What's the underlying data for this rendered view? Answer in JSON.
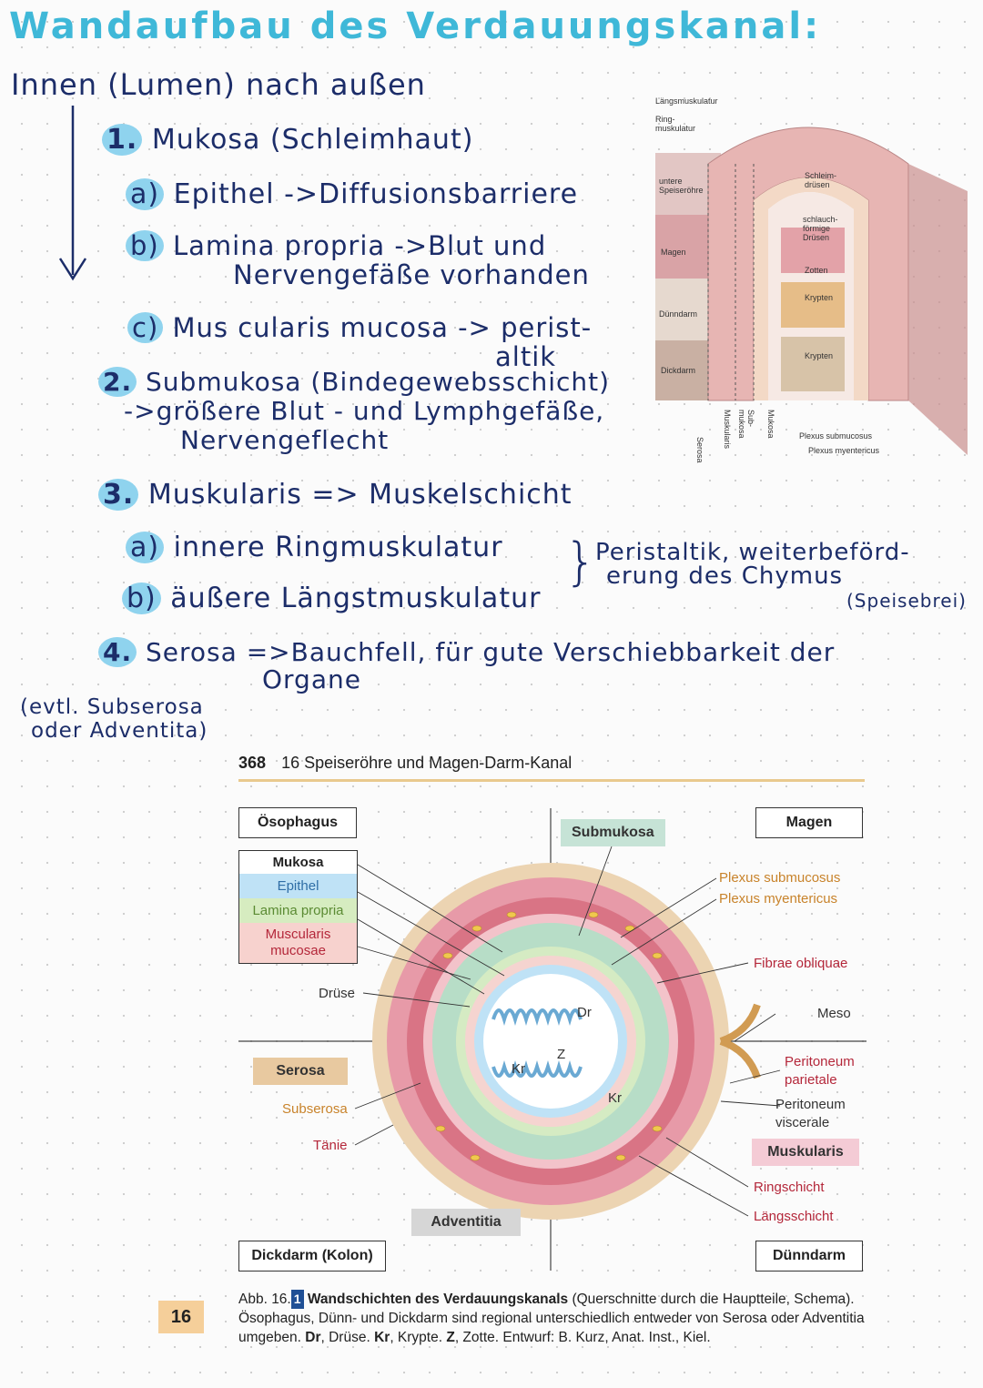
{
  "notes": {
    "title": "Wandaufbau des Verdauungskanal:",
    "direction": "Innen (Lumen) nach außen",
    "item1": {
      "num": "1.",
      "text": "Mukosa (Schleimhaut)"
    },
    "item1a": {
      "letter": "a)",
      "text": "Epithel ->Diffusionsbarriere"
    },
    "item1b": {
      "letter": "b)",
      "line1": "Lamina propria ->Blut und",
      "line2": "Nervengefäße vorhanden"
    },
    "item1c": {
      "letter": "c)",
      "line1": "Mus cularis mucosa -> perist-",
      "line2": "altik"
    },
    "item2": {
      "num": "2.",
      "line1": "Submukosa (Bindegewebsschicht)",
      "line2": "->größere Blut - und Lymphgefäße,",
      "line3": "Nervengeflecht"
    },
    "item3": {
      "num": "3.",
      "text": "Muskularis => Muskelschicht"
    },
    "item3a": {
      "letter": "a)",
      "text": "innere Ringmuskulatur"
    },
    "item3b": {
      "letter": "b)",
      "text": "äußere Längstmuskulatur"
    },
    "item3_note": {
      "line1": "Peristaltik, weiterbeförd-",
      "line2": "erung des Chymus",
      "line3": "(Speisebrei)"
    },
    "item4": {
      "num": "4.",
      "line1": "Serosa =>Bauchfell, für gute Verschiebbarkeit der",
      "line2": "Organe"
    },
    "item4_note": {
      "line1": "(evtl. Subserosa",
      "line2": "oder Adventita)"
    }
  },
  "side_diagram": {
    "labels": {
      "laengsmuskulatur": "Längsmuskulatur",
      "ringmuskulatur": "Ring-\nmuskulatur",
      "speiseroehre": "untere\nSpeiseröhre",
      "magen": "Magen",
      "duenndarm": "Dünndarm",
      "dickdarm": "Dickdarm",
      "schleimdruesen": "Schleim-\ndrüsen",
      "schlauchdruesen": "schlauch-\nförmige\nDrüsen",
      "zotten": "Zotten",
      "krypten1": "Krypten",
      "krypten2": "Krypten",
      "serosa": "Serosa",
      "muskularis": "Muskularis",
      "submukosa": "Sub-\nmukosa",
      "mukosa": "Mukosa",
      "plexus_sub": "Plexus submucosus",
      "plexus_my": "Plexus myentericus"
    },
    "colors": {
      "speiseroehre": "#e2c6c4",
      "magen": "#d9a3a6",
      "duenndarm": "#e6d9cf",
      "dickdarm": "#c9b0a3"
    }
  },
  "book": {
    "page_number": "368",
    "chapter_title": "16 Speiseröhre und Magen-Darm-Kanal",
    "quadrants": {
      "oesophagus": "Ösophagus",
      "magen": "Magen",
      "dickdarm": "Dickdarm (Kolon)",
      "duenndarm": "Dünndarm"
    },
    "legend": {
      "mukosa": "Mukosa",
      "epithel": "Epithel",
      "lamina": "Lamina propria",
      "muscularis_m1": "Muscularis",
      "muscularis_m2": "mucosae"
    },
    "labels": {
      "submukosa": "Submukosa",
      "plexus_sub": "Plexus submucosus",
      "plexus_my": "Plexus myentericus",
      "fibrae": "Fibrae obliquae",
      "meso": "Meso",
      "peritoneum_p1": "Peritoneum",
      "peritoneum_p2": "parietale",
      "peritoneum_v1": "Peritoneum",
      "peritoneum_v2": "viscerale",
      "muskularis": "Muskularis",
      "ringschicht": "Ringschicht",
      "laengsschicht": "Längsschicht",
      "druese": "Drüse",
      "serosa": "Serosa",
      "subserosa": "Subserosa",
      "taenie": "Tänie",
      "adventitia": "Adventitia",
      "dr": "Dr",
      "kr1": "Kr",
      "kr2": "Kr",
      "z": "Z"
    },
    "caption": {
      "prefix": "Abb. 16.",
      "fig": "1",
      "title": "Wandschichten des Verdauungskanals",
      "body": "(Querschnitte durch die Hauptteile, Schema). Ösophagus, Dünn- und Dickdarm sind regional unterschiedlich entweder von Serosa oder Adventitia umgeben.",
      "dr_b": "Dr",
      "dr_t": ", Drüse.",
      "kr_b": "Kr",
      "kr_t": ", Krypte.",
      "z_b": "Z",
      "z_t": ", Zotte. Entwurf: B. Kurz, Anat. Inst., Kiel."
    },
    "chapter_tab": "16",
    "colors": {
      "epithel": "#bfe2f6",
      "lamina": "#d6ecc0",
      "muscularis": "#f7d2ce",
      "submukosa_label": "#c6e3d6",
      "serosa_label": "#e8c9a0",
      "muskularis_label": "#f4cbd5",
      "adventitia_label": "#d6d6d6"
    }
  }
}
